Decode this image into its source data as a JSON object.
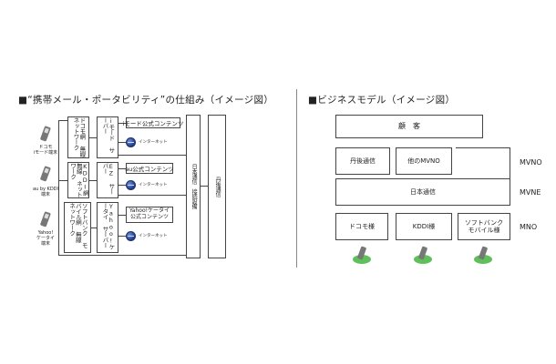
{
  "left": {
    "title": "■“携帯メール・ポータビリティ”の仕組み（イメージ図）",
    "rows": [
      {
        "device_label": "ドコモ\niモード端末",
        "network": "ドコモ網\n無線\nネットワーク",
        "server": "iモード\nサーバー",
        "content": "iモード公式コンテンツ",
        "internet": "インターネット"
      },
      {
        "device_label": "au by KDDI\n端末",
        "network": "KDDI網\n無線\nネットワーク",
        "server": "EZ\nサーバー",
        "content": "au公式コンテンツ",
        "internet": "インターネット"
      },
      {
        "device_label": "Yahoo!\nケータイ\n端末",
        "network": "ソフトバンク\nモバイル網\n無線\nネットワーク",
        "server": "Yahoo!ケータイ\nサーバー",
        "content": "Yahoo!ケータイ\n公式コンテンツ",
        "internet": "インターネット"
      }
    ],
    "backbone": "日本通信　接続設備",
    "carrier": "丹後通信"
  },
  "right": {
    "title": "■ビジネスモデル（イメージ図）",
    "customer": "顧　客",
    "mvno_boxes": [
      "丹後通信",
      "他のMVNO"
    ],
    "mvne_box": "日本通信",
    "mno_boxes": [
      "ドコモ様",
      "KDDI様",
      "ソフトバンク\nモバイル様"
    ],
    "row_labels": [
      "MVNO",
      "MVNE",
      "MNO"
    ]
  },
  "colors": {
    "phone_green": "#5fbf5a",
    "globe_blue": "#1e3a8a",
    "line": "#444444"
  }
}
